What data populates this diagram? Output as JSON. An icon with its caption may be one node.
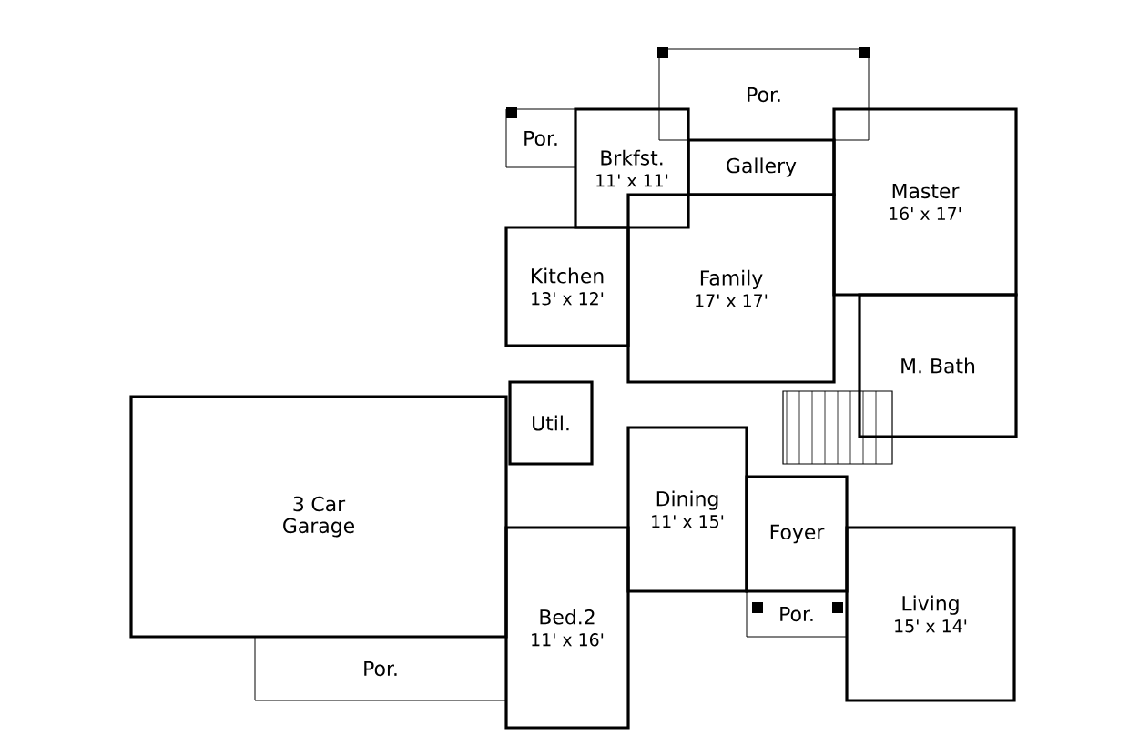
{
  "diagram": {
    "nodes": [
      {
        "text": [
          "Por."
        ]
      },
      {
        "text": [
          "Por."
        ]
      },
      {
        "text": [
          "Brkfst.",
          "11' x 11'"
        ]
      },
      {
        "text": [
          "Gallery"
        ]
      },
      {
        "text": [
          "Master",
          "16' x 17'"
        ]
      },
      {
        "text": [
          "Kitchen",
          "13' x 12'"
        ]
      },
      {
        "text": [
          "Family",
          "17' x 17'"
        ]
      },
      {
        "text": [
          "M. Bath"
        ]
      },
      {
        "text": [
          "Util."
        ]
      },
      {
        "text": [
          "3 Car Garage"
        ]
      },
      {
        "text": [
          "Dining",
          "11' x 15'"
        ]
      },
      {
        "text": [
          "Foyer"
        ]
      },
      {
        "text": [
          "Bed.2",
          "11' x 16'"
        ]
      },
      {
        "text": [
          "Living",
          "15' x 14'"
        ]
      },
      {
        "text": [
          "Por."
        ]
      },
      {
        "text": [
          "Por."
        ]
      }
    ]
  }
}
